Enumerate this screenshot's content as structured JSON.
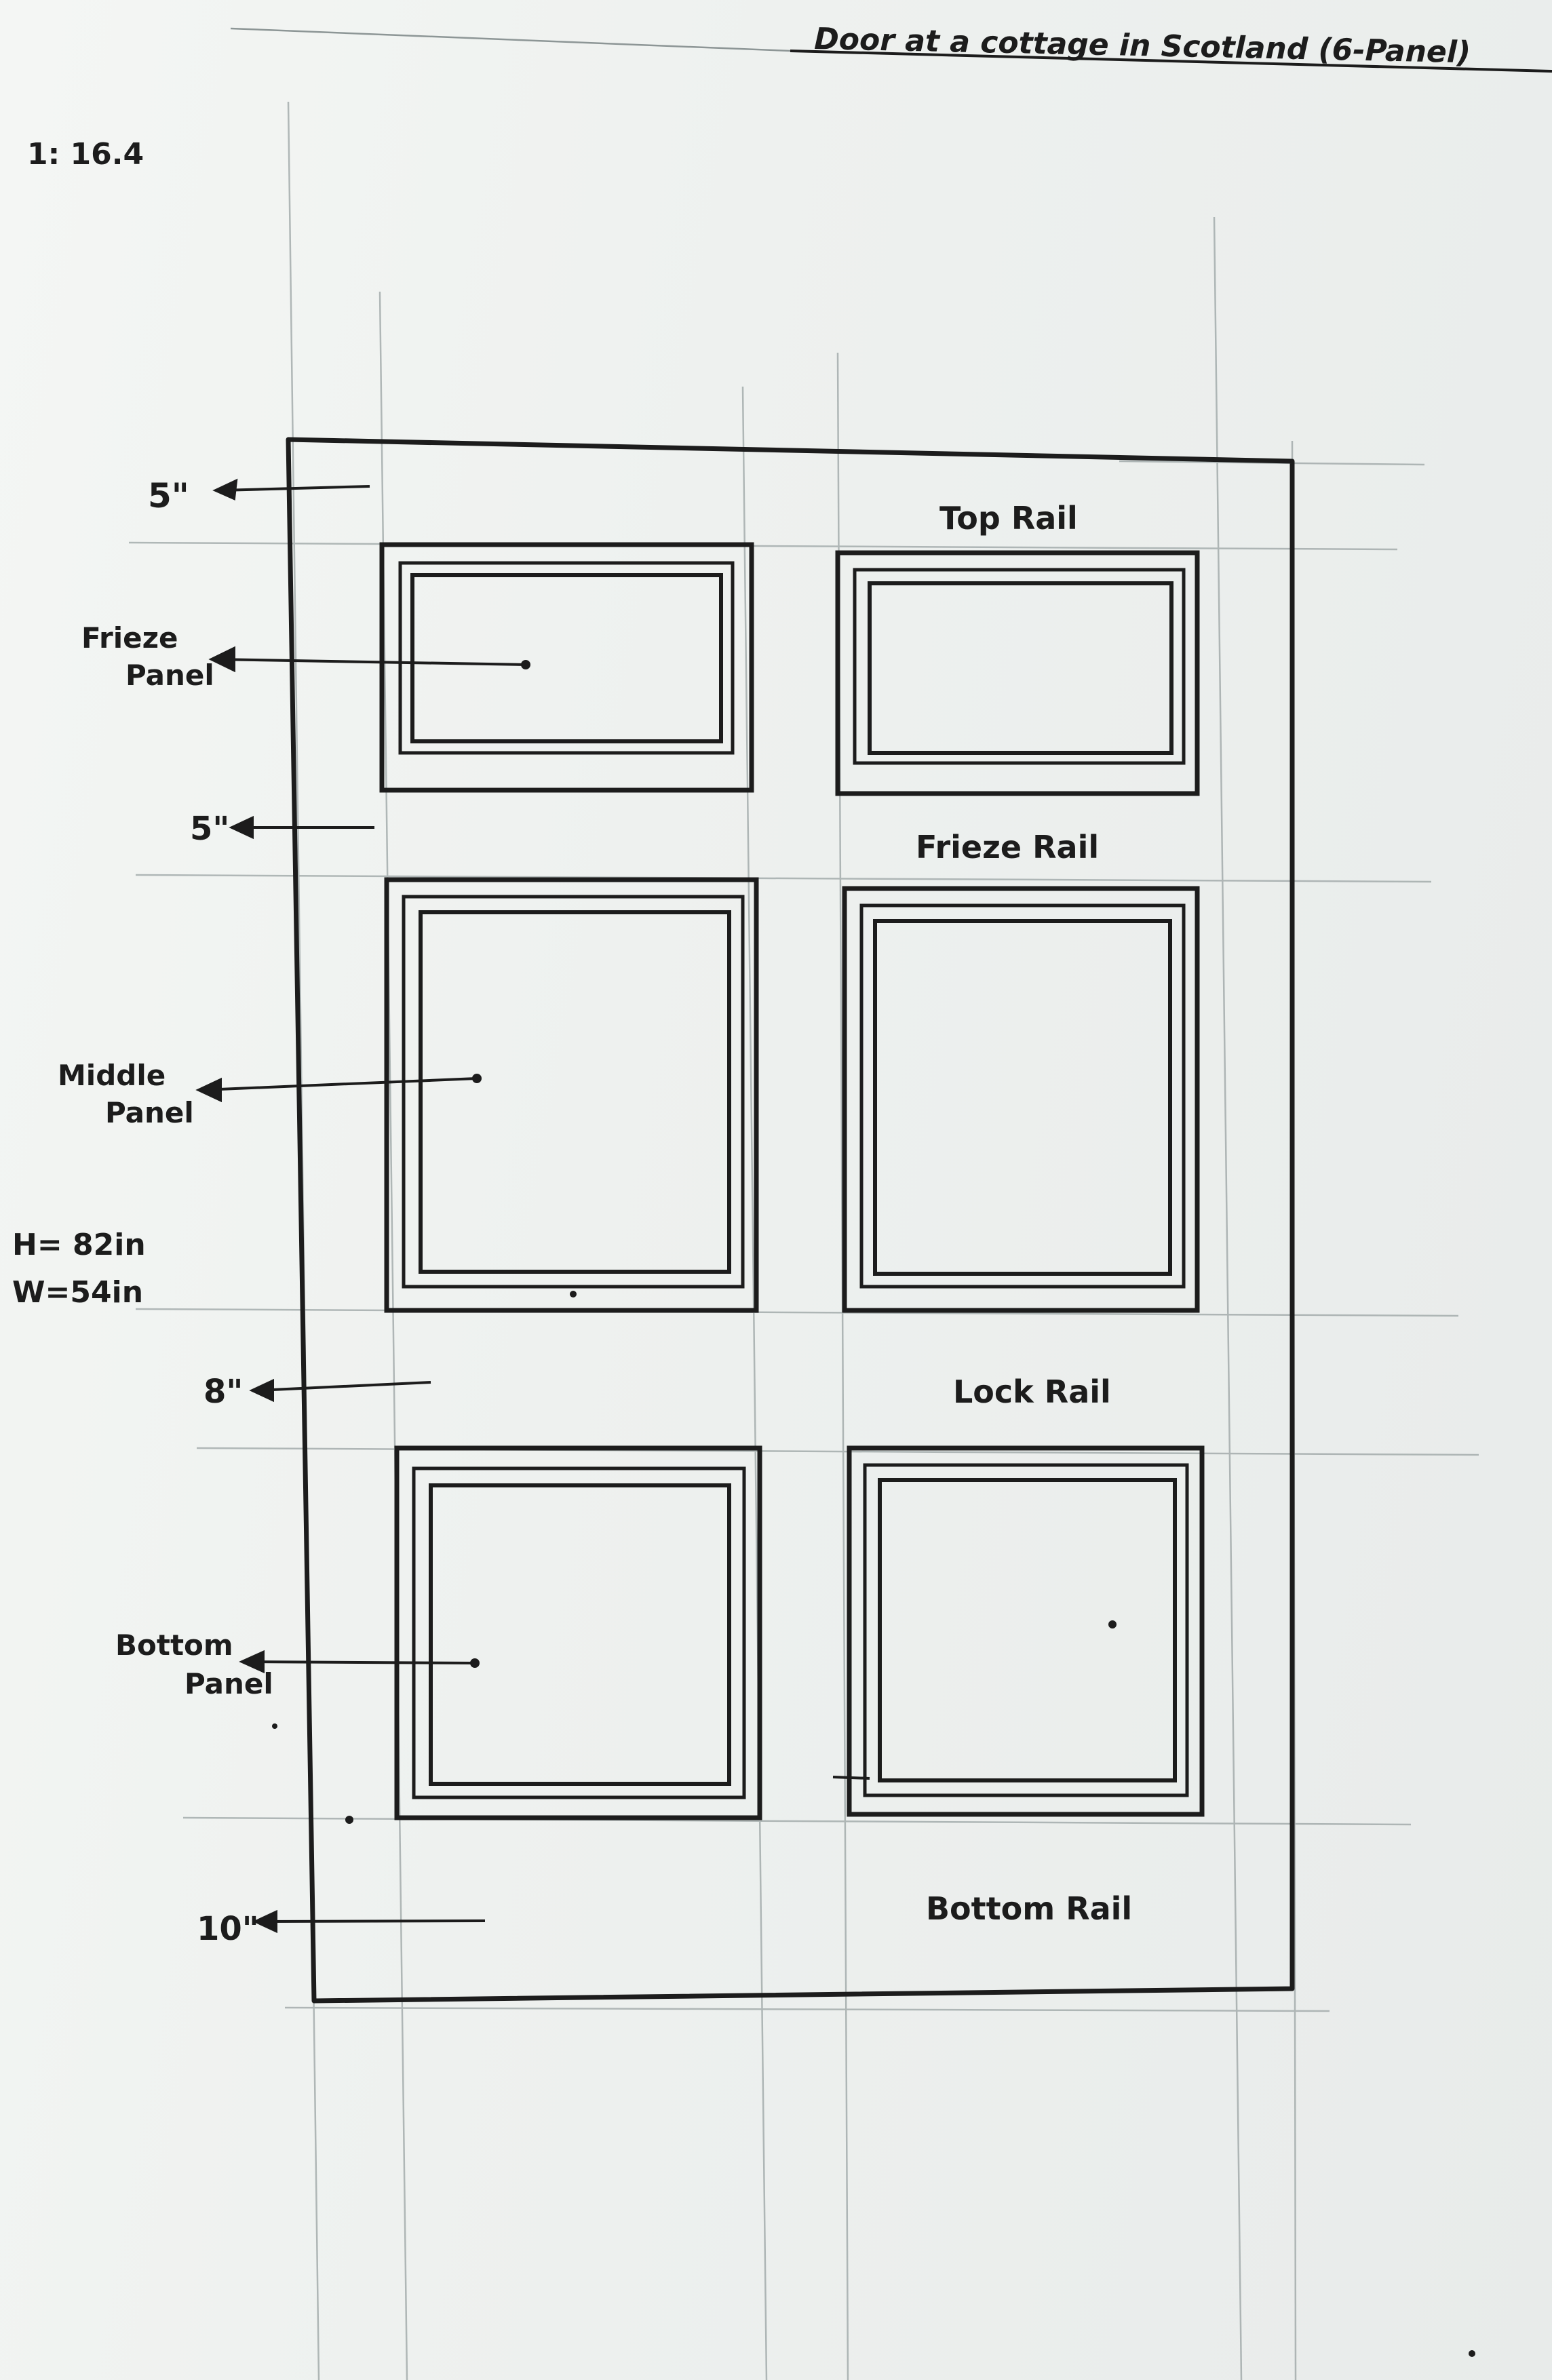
{
  "title": "Door at a cottage in Scotland (6-Panel)",
  "scale": "1: 16.4",
  "height_note": "H= 82in",
  "width_note": "W=54in",
  "dimensions": {
    "top": "5\"",
    "frieze": "5\"",
    "lock": "8\"",
    "bottom": "10\""
  },
  "panel_labels": {
    "frieze_line1": "Frieze",
    "frieze_line2": "Panel",
    "middle_line1": "Middle",
    "middle_line2": "Panel",
    "bottom_line1": "Bottom",
    "bottom_line2": "Panel"
  },
  "rail_labels": {
    "top": "Top Rail",
    "frieze": "Frieze Rail",
    "lock": "Lock Rail",
    "bottom": "Bottom Rail"
  },
  "colors": {
    "ink": "#1c1c1c",
    "paper": "#eef1ef",
    "guide": "#9aa3a3"
  }
}
